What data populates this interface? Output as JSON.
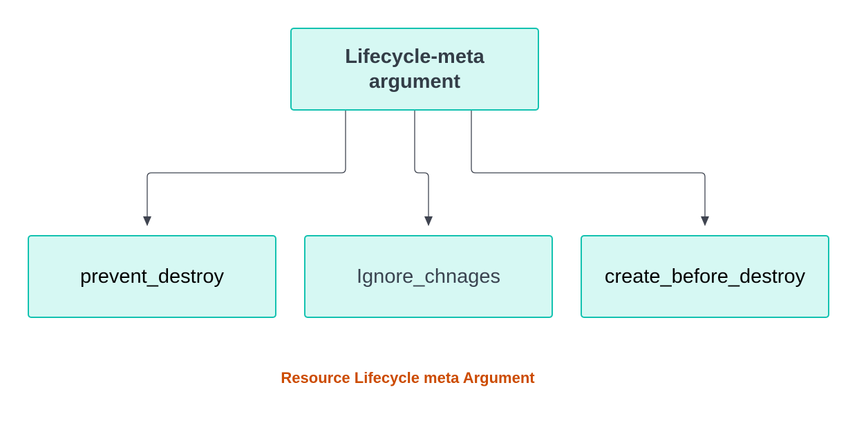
{
  "diagram": {
    "root": {
      "label": "Lifecycle-meta argument"
    },
    "children": [
      {
        "label": "prevent_destroy"
      },
      {
        "label": "Ignore_chnages"
      },
      {
        "label": "create_before_destroy"
      }
    ],
    "caption": "Resource Lifecycle meta Argument"
  },
  "colors": {
    "node_fill": "#d6f8f3",
    "node_border": "#13c2b0",
    "connector": "#3f4450",
    "caption": "#cc4b00"
  }
}
